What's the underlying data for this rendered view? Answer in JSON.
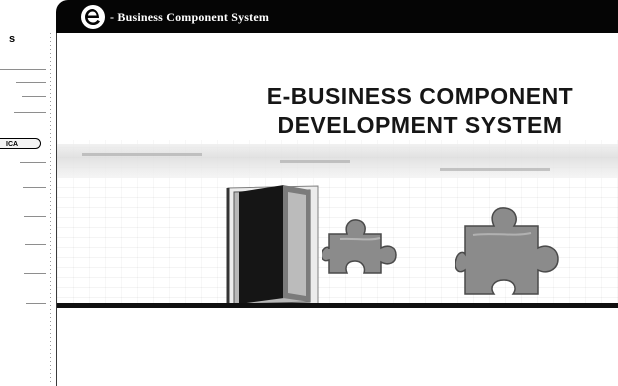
{
  "header": {
    "logo_letter": "e",
    "title": "- Business Component System"
  },
  "banner": {
    "line1": "E-BUSINESS COMPONENT",
    "line2": "DEVELOPMENT SYSTEM"
  },
  "left_panel": {
    "mark": "s",
    "button_label": "ICA"
  },
  "icons": [
    "door-icon",
    "puzzle-piece-icon"
  ],
  "colors": {
    "header_bg": "#050505",
    "header_text": "#ffffff",
    "puzzle_fill": "#8b8b8b"
  }
}
